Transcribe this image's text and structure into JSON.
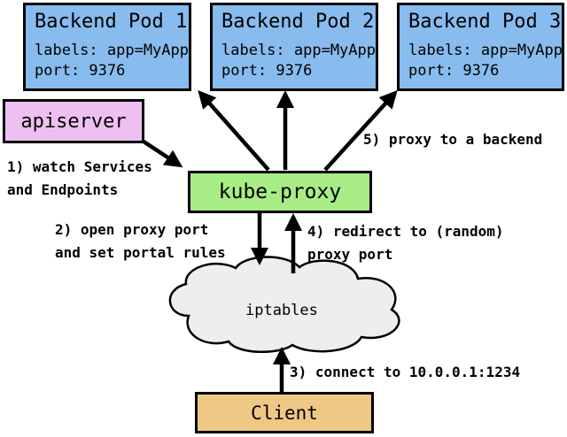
{
  "diagram": {
    "pods": [
      {
        "title": "Backend Pod 1",
        "labels_line": "labels: app=MyApp",
        "port_line": "port: 9376"
      },
      {
        "title": "Backend Pod 2",
        "labels_line": "labels: app=MyApp",
        "port_line": "port: 9376"
      },
      {
        "title": "Backend Pod 3",
        "labels_line": "labels: app=MyApp",
        "port_line": "port: 9376"
      }
    ],
    "apiserver_label": "apiserver",
    "kube_proxy_label": "kube-proxy",
    "iptables_label": "iptables",
    "client_label": "Client",
    "annotations": {
      "step1": "1) watch Services\nand Endpoints",
      "step2": "2) open proxy port\nand set portal rules",
      "step3": "3) connect to 10.0.0.1:1234",
      "step4": "4) redirect to (random)\nproxy port",
      "step5": "5) proxy to a backend"
    },
    "colors": {
      "pod_fill": "#88bbee",
      "apiserver_fill": "#eec0f2",
      "kube_proxy_fill": "#a8ec85",
      "client_fill": "#f0c885",
      "cloud_fill": "#eeeeee",
      "border": "#000000"
    }
  }
}
